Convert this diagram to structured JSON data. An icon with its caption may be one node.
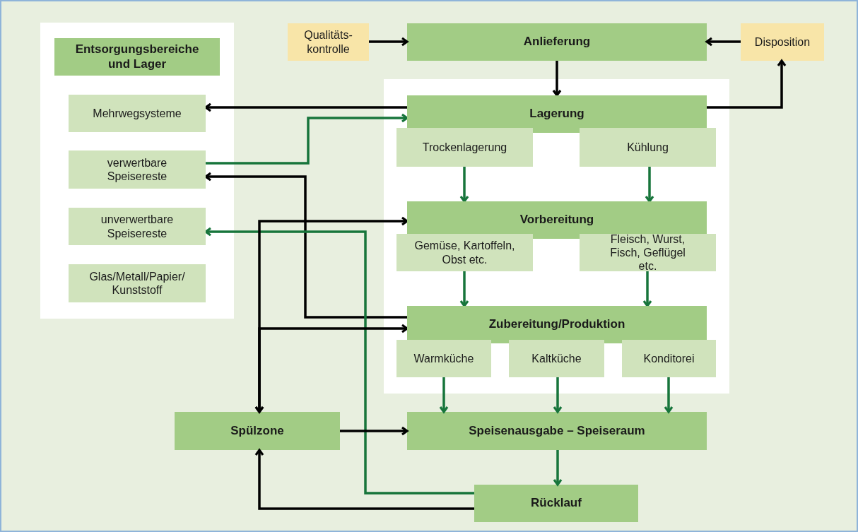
{
  "diagram": {
    "nodes": [
      {
        "text": [],
        "shape": "box"
      },
      {
        "text": [
          "Entsorgungsbereiche und Lager"
        ],
        "in": 0
      },
      {
        "text": [
          "Mehrwegsysteme"
        ],
        "in": 0
      },
      {
        "text": [
          "verwertbare Speisereste"
        ],
        "in": 0
      },
      {
        "text": [
          "unverwertbare Speisereste"
        ],
        "in": 0
      },
      {
        "text": [
          "Glas/Metall/Papier/ Kunststoff"
        ],
        "in": 0
      },
      {
        "text": [
          "Qualitäts- kontrolle"
        ]
      },
      {
        "text": [
          "Anlieferung"
        ]
      },
      {
        "text": [
          "Disposition"
        ]
      },
      {
        "text": [],
        "shape": "box"
      },
      {
        "text": [
          "Lagerung"
        ],
        "in": 9
      },
      {
        "text": [
          "Trockenlagerung"
        ],
        "in": 9
      },
      {
        "text": [
          "Kühlung"
        ],
        "in": 9
      },
      {
        "text": [
          "Vorbereitung"
        ],
        "in": 9
      },
      {
        "text": [
          "Gemüse, Kartoffeln, Obst etc."
        ],
        "in": 9
      },
      {
        "text": [
          "Fleisch, Wurst, Fisch, Geflügel etc."
        ],
        "in": 9
      },
      {
        "text": [
          "Zubereitung/Produktion"
        ],
        "in": 9
      },
      {
        "text": [
          "Warmküche"
        ],
        "in": 9
      },
      {
        "text": [
          "Kaltküche"
        ],
        "in": 9
      },
      {
        "text": [
          "Konditorei"
        ],
        "in": 9
      },
      {
        "text": [
          "Spülzone"
        ]
      },
      {
        "text": [
          "Speisenausgabe – Speiseraum"
        ]
      },
      {
        "text": [
          "Rücklauf"
        ]
      }
    ],
    "edges": [
      {
        "from": 6,
        "to": 7,
        "arrow": "to"
      },
      {
        "from": 8,
        "to": 7,
        "arrow": "to"
      },
      {
        "from": 7,
        "to": 10,
        "arrow": "to"
      },
      {
        "from": 10,
        "to": 8,
        "arrow": "to"
      },
      {
        "from": 10,
        "to": 2,
        "arrow": "to"
      },
      {
        "from": 3,
        "to": 10,
        "arrow": "to",
        "color": "#17753b"
      },
      {
        "from": 16,
        "to": 3,
        "arrow": "to"
      },
      {
        "from": 22,
        "to": 4,
        "arrow": "to",
        "color": "#17753b"
      },
      {
        "from": 20,
        "to": 13,
        "arrow": "both"
      },
      {
        "from": 20,
        "to": 16,
        "arrow": "both"
      },
      {
        "from": 11,
        "to": 13,
        "arrow": "to",
        "color": "#17753b"
      },
      {
        "from": 12,
        "to": 13,
        "arrow": "to",
        "color": "#17753b"
      },
      {
        "from": 14,
        "to": 16,
        "arrow": "to",
        "color": "#17753b"
      },
      {
        "from": 15,
        "to": 16,
        "arrow": "to",
        "color": "#17753b"
      },
      {
        "from": 17,
        "to": 21,
        "arrow": "to",
        "color": "#17753b"
      },
      {
        "from": 18,
        "to": 21,
        "arrow": "to",
        "color": "#17753b"
      },
      {
        "from": 19,
        "to": 21,
        "arrow": "to",
        "color": "#17753b"
      },
      {
        "from": 20,
        "to": 21,
        "arrow": "to"
      },
      {
        "from": 21,
        "to": 22,
        "arrow": "to",
        "color": "#17753b"
      },
      {
        "from": 22,
        "to": 20,
        "arrow": "to"
      }
    ]
  }
}
